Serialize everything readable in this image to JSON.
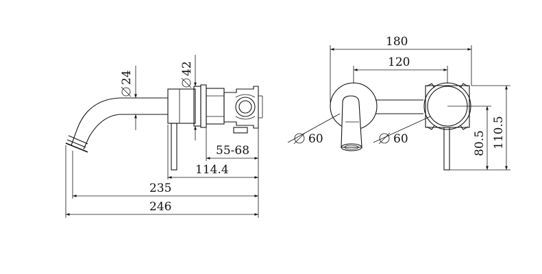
{
  "side_view": {
    "dia_spout": "24",
    "dia_body": "42",
    "dim_wall": "55-68",
    "dim_lever": "114.4",
    "dim_spout_reach": "235",
    "dim_overall": "246"
  },
  "front_view": {
    "dim_total_width": "180",
    "dim_centers": "120",
    "dia_spout_plate": "60",
    "dia_handle_plate": "60",
    "dim_height_outer": "110.5",
    "dim_height_inner": "80.5"
  }
}
